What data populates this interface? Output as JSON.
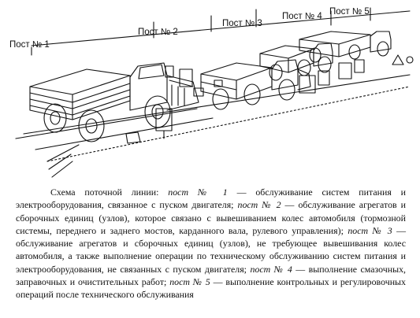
{
  "illustration": {
    "posts": [
      "Пост № 1",
      "Пост № 2",
      "Пост № 3",
      "Пост № 4",
      "Пост № 5"
    ]
  },
  "caption": {
    "parts": [
      {
        "text": "Схема поточной линии: ",
        "italic": false
      },
      {
        "text": "пост № 1",
        "italic": true
      },
      {
        "text": " — обслуживание систем питания и электрооборудования, связанное с пуском двигателя; ",
        "italic": false
      },
      {
        "text": "пост № 2",
        "italic": true
      },
      {
        "text": " — обслуживание агрегатов и сборочных единиц (узлов), которое связано с вывешиванием колес автомобиля (тормозной системы, переднего и заднего мостов, карданного вала, рулевого управления); ",
        "italic": false
      },
      {
        "text": "пост № 3",
        "italic": true
      },
      {
        "text": " — обслуживание агрегатов и сборочных единиц (узлов), не требующее вывешивания колес автомобиля, а также выполнение операции по техническому обслуживанию систем питания и электрооборудования, не связанных с пуском двигателя; ",
        "italic": false
      },
      {
        "text": "пост № 4",
        "italic": true
      },
      {
        "text": " — выполнение смазочных, заправочных и очистительных работ; ",
        "italic": false
      },
      {
        "text": "пост № 5",
        "italic": true
      },
      {
        "text": " — выполнение контрольных и регулировочных операций после технического обслуживания",
        "italic": false
      }
    ]
  }
}
